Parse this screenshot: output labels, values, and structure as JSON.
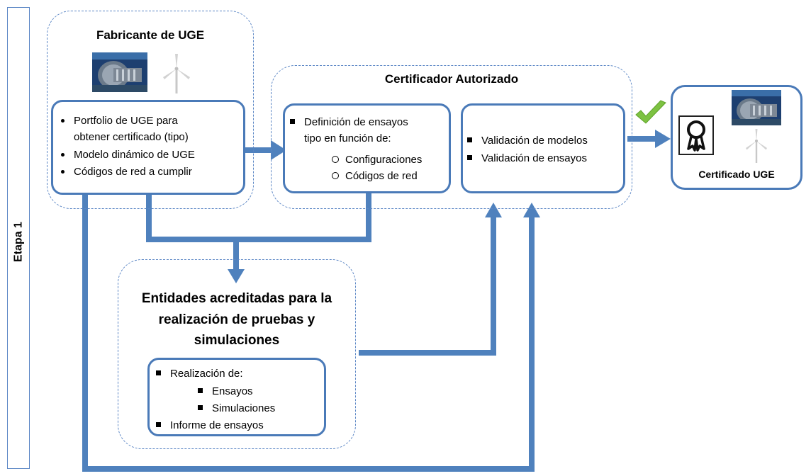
{
  "stage": {
    "label": "Etapa 1"
  },
  "fabricante": {
    "title": "Fabricante de UGE",
    "items": [
      "Portfolio de UGE para",
      "obtener certificado (tipo)",
      "Modelo dinámico de UGE",
      "Códigos de red a cumplir"
    ]
  },
  "certificador": {
    "title": "Certificador Autorizado",
    "definicion": {
      "line1": "Definición de ensayos",
      "line2": "tipo en función de:",
      "sub": [
        "Configuraciones",
        "Códigos de red"
      ]
    },
    "validacion": [
      "Validación de modelos",
      "Validación de ensayos"
    ]
  },
  "certificado": {
    "label": "Certificado UGE"
  },
  "entidades": {
    "title_lines": [
      "Entidades acreditadas para la",
      "realización de pruebas y",
      "simulaciones"
    ],
    "realizacion": "Realización de:",
    "sub": [
      "Ensayos",
      "Simulaciones"
    ],
    "informe": "Informe de ensayos"
  },
  "colors": {
    "arrow": "#4f81bd",
    "box_border": "#4a7ab8",
    "dashed_border": "#5b86c5",
    "check": "#7dc242"
  },
  "icons": [
    "turbine-machine-image",
    "wind-turbine-icon",
    "award-ribbon-icon",
    "check-icon"
  ]
}
